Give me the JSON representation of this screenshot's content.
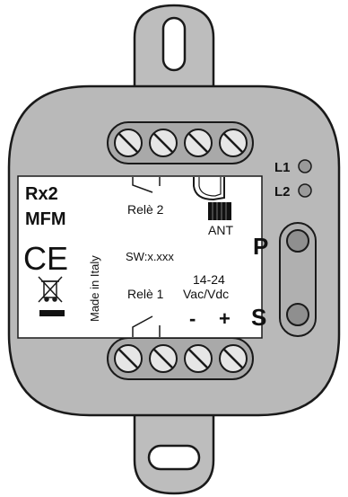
{
  "device": {
    "model": "Rx2",
    "variant": "MFM",
    "ce_mark": "CE",
    "origin": "Made in Italy",
    "software": "SW:x.xxx",
    "relay_2": "Relè 2",
    "relay_1": "Relè 1",
    "antenna": "ANT",
    "supply_voltage": "14-24",
    "supply_type": "Vac/Vdc",
    "minus": "-",
    "plus": "+"
  },
  "leds": [
    {
      "label": "L1"
    },
    {
      "label": "L2"
    }
  ],
  "buttons": [
    {
      "label": "P"
    },
    {
      "label": "S"
    }
  ],
  "colors": {
    "housing": "#b9b9b9",
    "label_panel": "#ffffff",
    "outline": "#1a1a1a",
    "led": "#9a9a9a"
  }
}
